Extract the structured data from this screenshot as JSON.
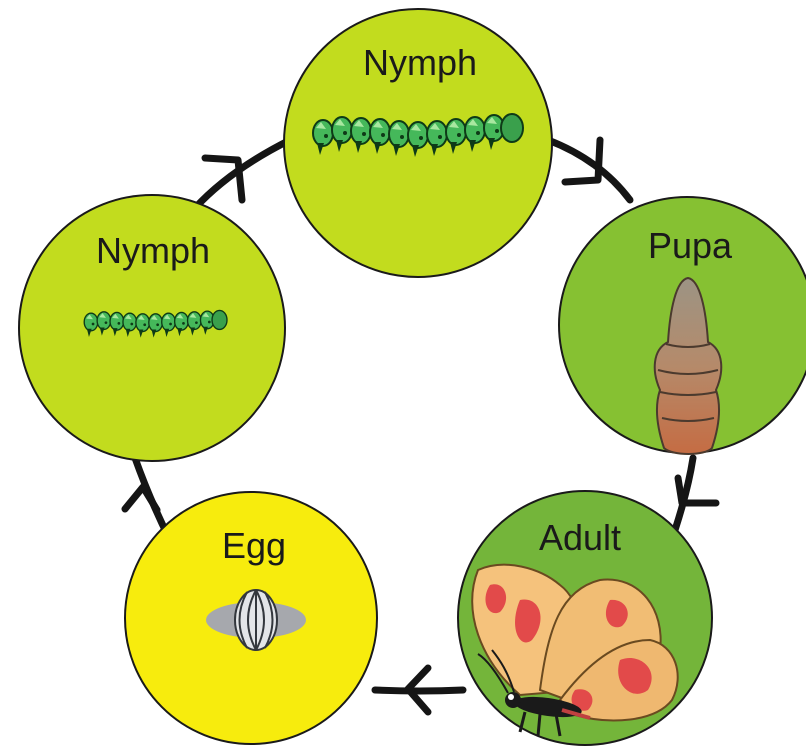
{
  "diagram": {
    "stages": [
      {
        "id": "nymph-large",
        "label": "Nymph",
        "color": "#c2dc1e",
        "illustration": "caterpillar-large"
      },
      {
        "id": "pupa",
        "label": "Pupa",
        "color": "#86c132",
        "illustration": "chrysalis"
      },
      {
        "id": "adult",
        "label": "Adult",
        "color": "#74b53a",
        "illustration": "butterfly"
      },
      {
        "id": "egg",
        "label": "Egg",
        "color": "#f7ec0d",
        "illustration": "egg"
      },
      {
        "id": "nymph-small",
        "label": "Nymph",
        "color": "#c2dc1e",
        "illustration": "caterpillar-small"
      }
    ],
    "arrow_color": "#151515",
    "cycle_order": [
      "egg",
      "nymph-small",
      "nymph-large",
      "pupa",
      "adult",
      "egg"
    ]
  }
}
